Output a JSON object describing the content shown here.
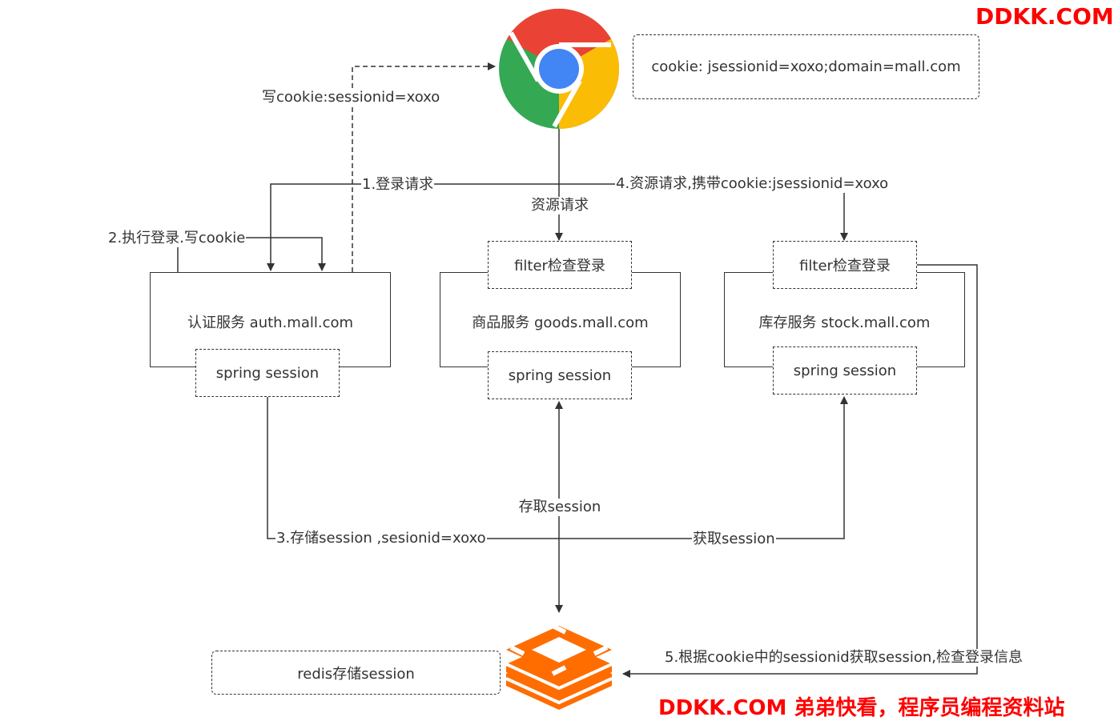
{
  "watermark": {
    "top": "DDKK.COM",
    "bottom": "DDKK.COM 弟弟快看，程序员编程资料站",
    "color": "#ff0000"
  },
  "browser": {
    "icon": "chrome-browser-icon",
    "colors": {
      "red": "#EA4335",
      "green": "#34A853",
      "yellow": "#FBBC05",
      "blue": "#4285F4"
    }
  },
  "cookie_note": "cookie: jsessionid=xoxo;domain=mall.com",
  "redis": {
    "icon": "redis-icon",
    "color": "#FF6D00",
    "note": "redis存储session"
  },
  "services": [
    {
      "id": "auth",
      "title": "认证服务 auth.mall.com",
      "filter": null,
      "session": "spring session"
    },
    {
      "id": "goods",
      "title": "商品服务 goods.mall.com",
      "filter": "filter检查登录",
      "session": "spring session"
    },
    {
      "id": "stock",
      "title": "库存服务 stock.mall.com",
      "filter": "filter检查登录",
      "session": "spring session"
    }
  ],
  "edges": {
    "write_cookie": "写cookie:sessionid=xoxo",
    "login_request": "1.登录请求",
    "do_login": "2.执行登录.写cookie",
    "resource_request": "资源请求",
    "resource_request_cookie": "4.资源请求,携带cookie:jsessionid=xoxo",
    "store_session": "3.存储session ,sesionid=xoxo",
    "access_session": "存取session",
    "get_session": "获取session",
    "check_login": "5.根据cookie中的sessionid获取session,检查登录信息"
  }
}
